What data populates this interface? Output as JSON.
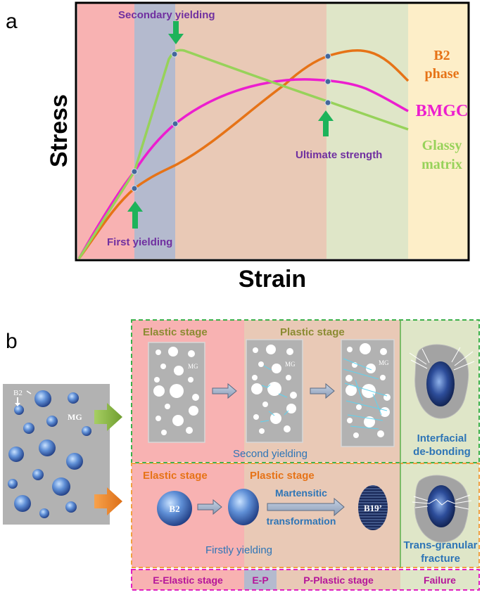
{
  "panel_a": {
    "letter": "a",
    "y_label": "Stress",
    "x_label": "Strain",
    "annotations": {
      "secondary_yielding": "Secondary yielding",
      "first_yielding": "First yielding",
      "ultimate_strength": "Ultimate strength"
    },
    "legend": {
      "b2_line1": "B2",
      "b2_line2": "phase",
      "bmgc": "BMGC",
      "glassy_line1": "Glassy",
      "glassy_line2": "matrix"
    },
    "colors": {
      "elastic": "#f8b2b2",
      "ep": "#b4bace",
      "plastic": "#e9c9b6",
      "hardening": "#dfe6c8",
      "failure": "#fdeec8",
      "b2_curve": "#e67317",
      "bmgc_curve": "#ec1ecf",
      "glassy_curve": "#97d25a",
      "arrow": "#1db35a",
      "marker": "#44679a"
    }
  },
  "panel_b": {
    "letter": "b",
    "composite_labels": {
      "b2": "B2",
      "mg": "MG"
    },
    "top_row": {
      "elastic_stage": "Elastic stage",
      "plastic_stage": "Plastic stage",
      "mg_tag": "MG",
      "second_yielding": "Second yielding",
      "failure_line1": "Interfacial",
      "failure_line2": "de-bonding"
    },
    "bottom_row": {
      "elastic_stage": "Elastic stage",
      "plastic_stage": "Plastic stage",
      "b2_particle": "B2",
      "martensitic_line1": "Martensitic",
      "martensitic_line2": "transformation",
      "b19": "B19’",
      "firstly_yielding": "Firstly yielding",
      "failure_line1": "Trans-granular",
      "failure_line2": "fracture"
    },
    "stage_bar": {
      "elastic": "E-Elastic stage",
      "ep": "E-P",
      "plastic": "P-Plastic stage",
      "failure": "Failure"
    }
  }
}
